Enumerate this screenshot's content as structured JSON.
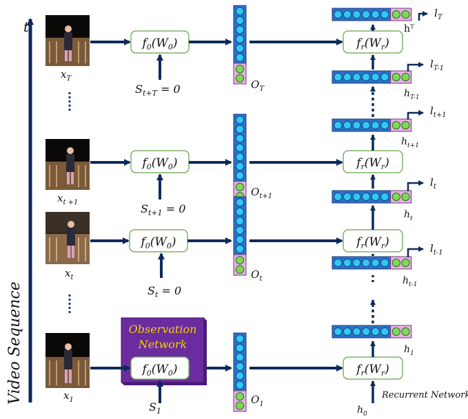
{
  "axis": {
    "time_label": "t",
    "sequence_label": "Video Sequence"
  },
  "frames": {
    "x_T": {
      "base": "x",
      "sub": "T"
    },
    "x_t1": {
      "base": "x",
      "sub": "t +1"
    },
    "x_t": {
      "base": "x",
      "sub": "t"
    },
    "x_1": {
      "base": "x",
      "sub": "1"
    },
    "ellipsis": "⋮"
  },
  "observation": {
    "func_text": "f₀(W₀)",
    "func_base": "f",
    "func_sub": "0",
    "arg_base": "W",
    "arg_sub": "0",
    "network_line1": "Observation",
    "network_line2": "Network"
  },
  "states": {
    "S_T": {
      "base": "S",
      "sub": "t+T",
      "rest": " = 0"
    },
    "S_t1": {
      "base": "S",
      "sub": "t+1",
      "rest": " = 0"
    },
    "S_t": {
      "base": "S",
      "sub": "t",
      "rest": " = 0"
    },
    "S_1": {
      "base": "S",
      "sub": "1",
      "rest": ""
    }
  },
  "outputs": {
    "O_T": {
      "base": "O",
      "sub": "T"
    },
    "O_t1": {
      "base": "O",
      "sub": "t+1"
    },
    "O_t": {
      "base": "O",
      "sub": "t"
    },
    "O_1": {
      "base": "O",
      "sub": "1"
    }
  },
  "recurrent": {
    "func_base": "f",
    "func_sub": "r",
    "arg_base": "W",
    "arg_sub": "r",
    "network_label": "Recurrent Network"
  },
  "hidden": {
    "h_T": "hᵀ",
    "h_T1": {
      "base": "h",
      "sub": "T-1"
    },
    "h_t1": {
      "base": "h",
      "sub": "t+1"
    },
    "h_t": {
      "base": "h",
      "sub": "t"
    },
    "h_tm1": {
      "base": "h",
      "sub": "t-1"
    },
    "h_1": {
      "base": "h",
      "sub": "1"
    },
    "h_0": {
      "base": "h",
      "sub": "0"
    }
  },
  "labels": {
    "l_T": {
      "base": "l",
      "sub": "T"
    },
    "l_T1": {
      "base": "l",
      "sub": "T-1"
    },
    "l_t1": {
      "base": "l",
      "sub": "t+1"
    },
    "l_t": {
      "base": "l",
      "sub": "t"
    },
    "l_tm1": {
      "base": "l",
      "sub": "t-1"
    }
  },
  "colors": {
    "arrow": "#0d2a5c",
    "cyan_cell": "#33c8f0",
    "green_cell": "#7ed957",
    "pink_bg": "#e8b0e8",
    "blue_bg": "#2f70c8",
    "purple": "#6a2c9e",
    "func_border": "#7fb069",
    "network_text": "#f5d000"
  }
}
